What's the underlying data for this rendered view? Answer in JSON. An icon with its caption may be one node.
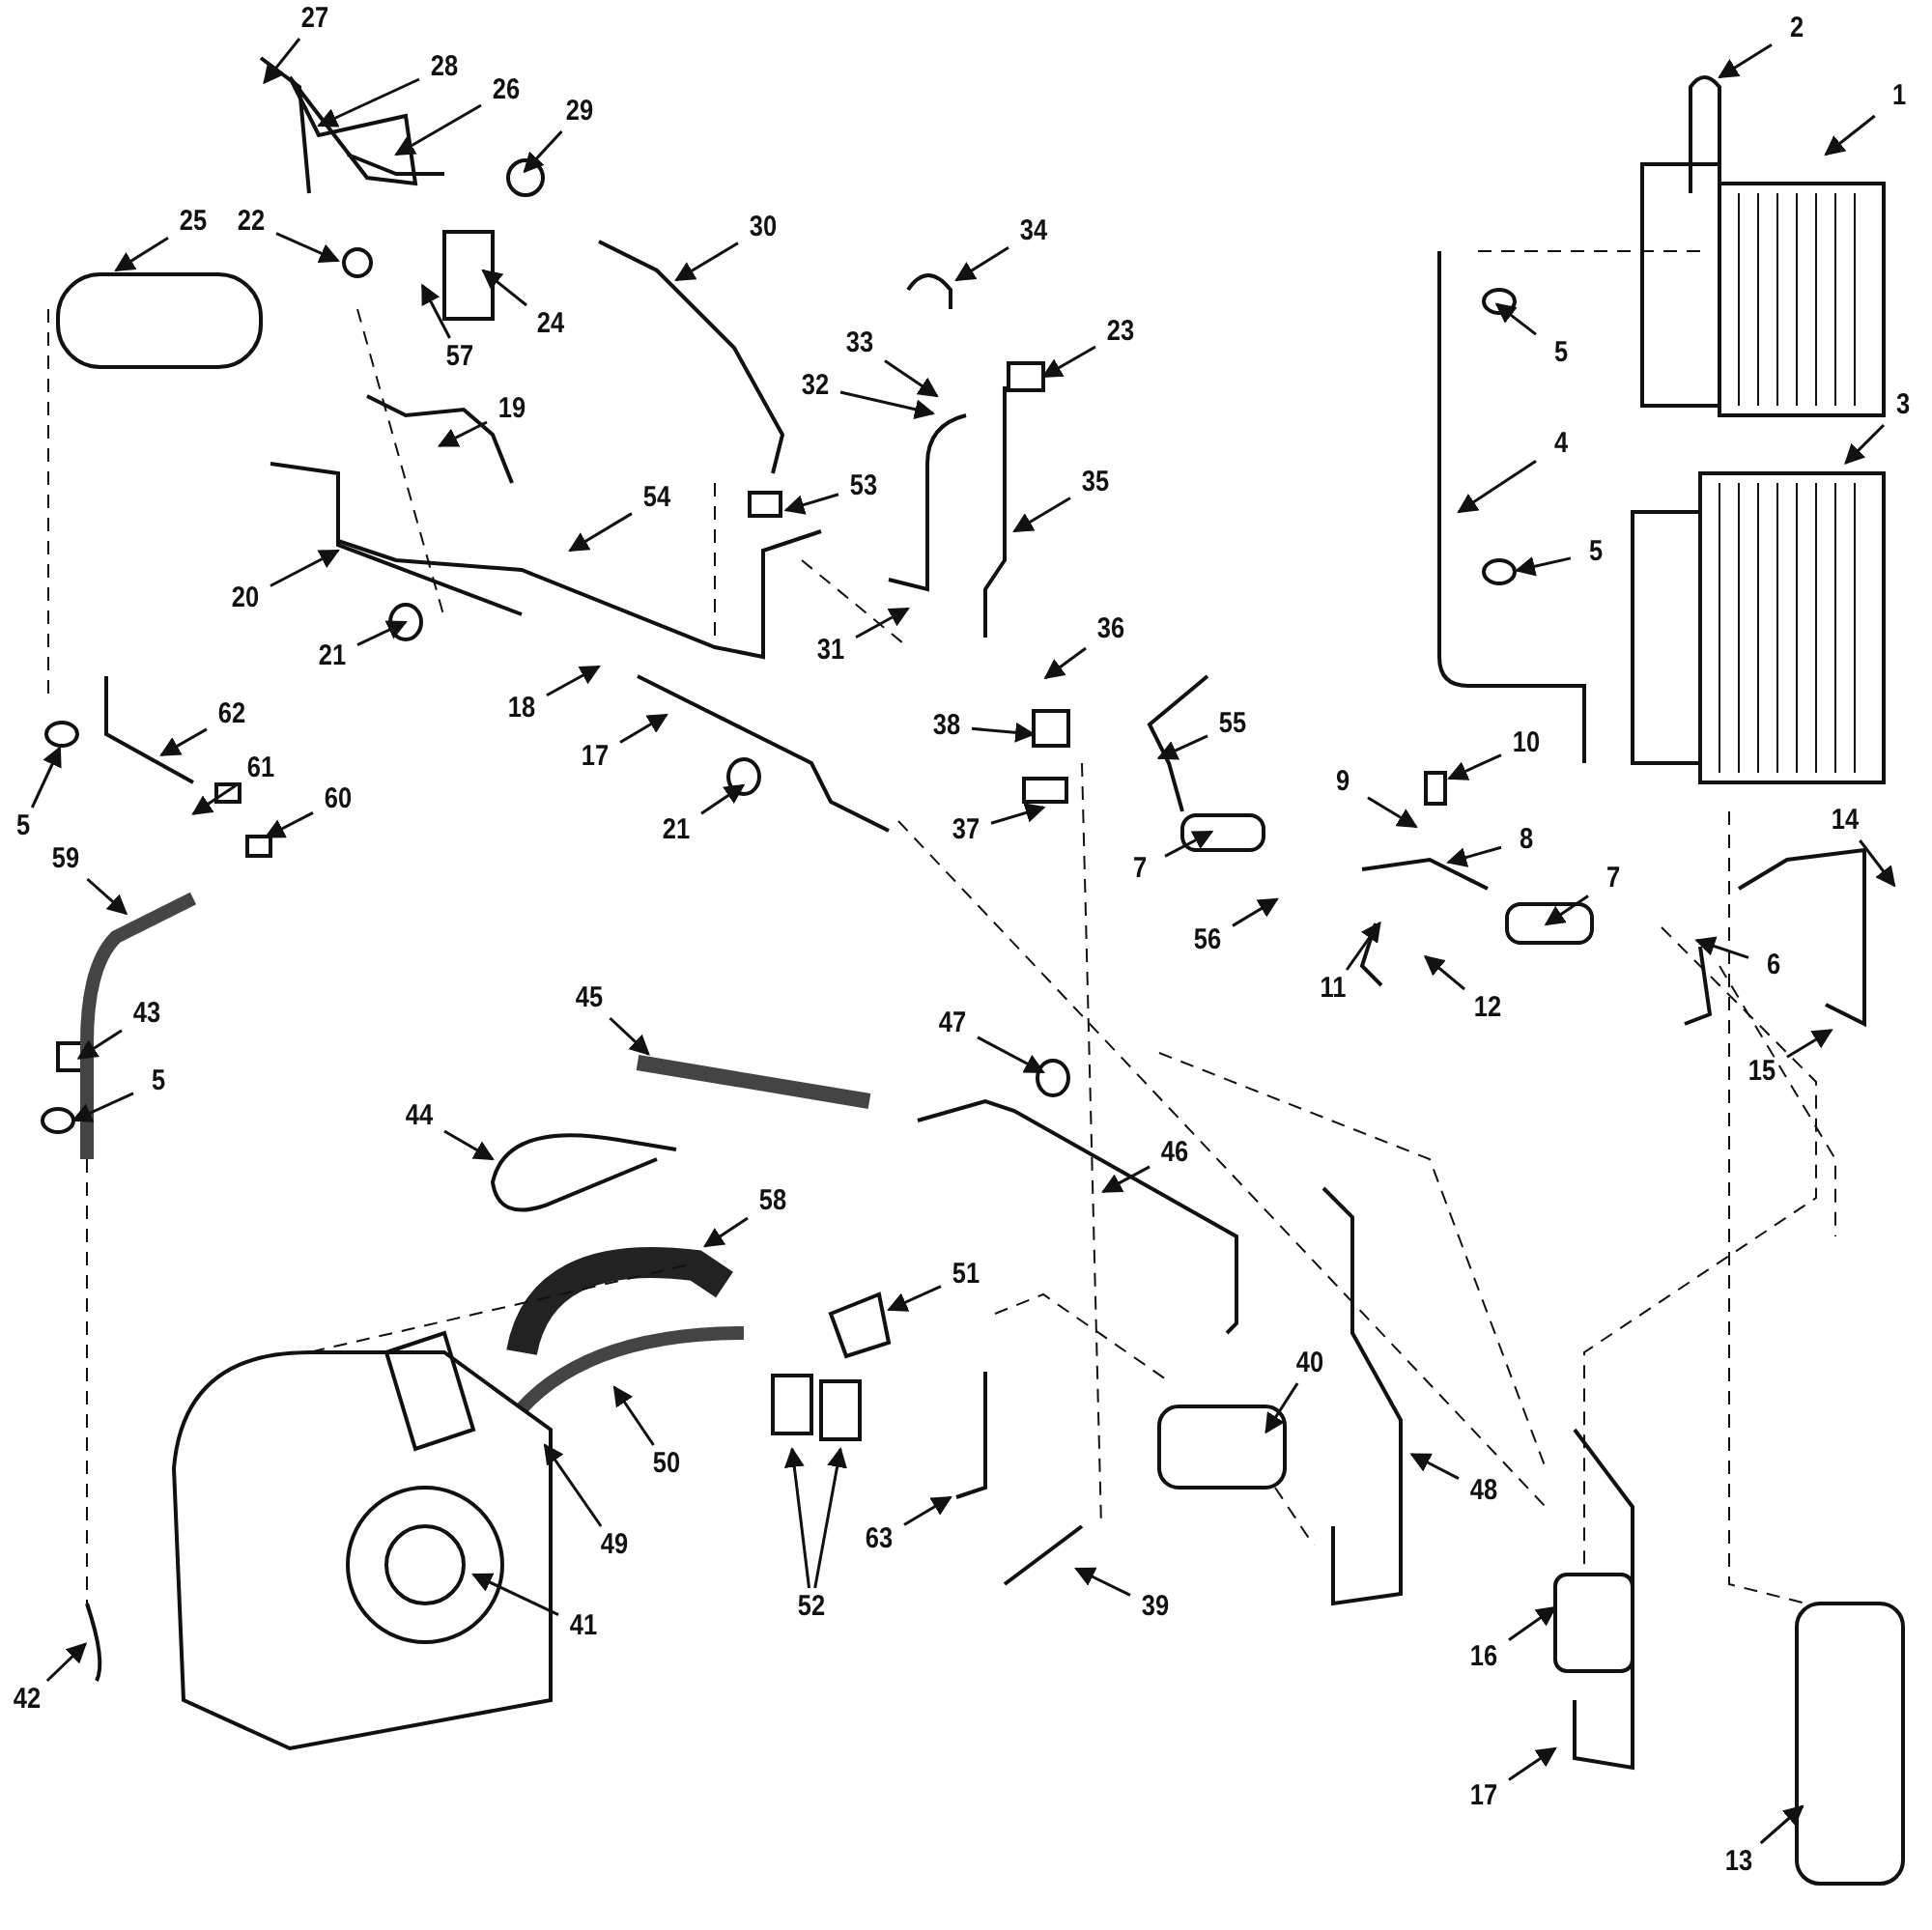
{
  "diagram": {
    "nodes": [
      {
        "text": [
          "27"
        ]
      },
      {
        "text": [
          "28"
        ]
      },
      {
        "text": [
          "26"
        ]
      },
      {
        "text": [
          "29"
        ]
      },
      {
        "text": [
          "2"
        ]
      },
      {
        "text": [
          "1"
        ]
      },
      {
        "text": [
          "25"
        ]
      },
      {
        "text": [
          "22"
        ]
      },
      {
        "text": [
          "34"
        ]
      },
      {
        "text": [
          "30"
        ]
      },
      {
        "text": [
          "24"
        ]
      },
      {
        "text": [
          "5"
        ]
      },
      {
        "text": [
          "23"
        ]
      },
      {
        "text": [
          "33"
        ]
      },
      {
        "text": [
          "57"
        ]
      },
      {
        "text": [
          "32"
        ]
      },
      {
        "text": [
          "3"
        ]
      },
      {
        "text": [
          "19"
        ]
      },
      {
        "text": [
          "4"
        ]
      },
      {
        "text": [
          "53"
        ]
      },
      {
        "text": [
          "35"
        ]
      },
      {
        "text": [
          "54"
        ]
      },
      {
        "text": [
          "5"
        ]
      },
      {
        "text": [
          "20"
        ]
      },
      {
        "text": [
          "31"
        ]
      },
      {
        "text": [
          "21"
        ]
      },
      {
        "text": [
          "36"
        ]
      },
      {
        "text": [
          "38"
        ]
      },
      {
        "text": [
          "18"
        ]
      },
      {
        "text": [
          "55"
        ]
      },
      {
        "text": [
          "62"
        ]
      },
      {
        "text": [
          "10"
        ]
      },
      {
        "text": [
          "17"
        ]
      },
      {
        "text": [
          "37"
        ]
      },
      {
        "text": [
          "61"
        ]
      },
      {
        "text": [
          "9"
        ]
      },
      {
        "text": [
          "5"
        ]
      },
      {
        "text": [
          "21"
        ]
      },
      {
        "text": [
          "60"
        ]
      },
      {
        "text": [
          "14"
        ]
      },
      {
        "text": [
          "8"
        ]
      },
      {
        "text": [
          "7"
        ]
      },
      {
        "text": [
          "59"
        ]
      },
      {
        "text": [
          "7"
        ]
      },
      {
        "text": [
          "56"
        ]
      },
      {
        "text": [
          "11"
        ]
      },
      {
        "text": [
          "12"
        ]
      },
      {
        "text": [
          "6"
        ]
      },
      {
        "text": [
          "45"
        ]
      },
      {
        "text": [
          "43"
        ]
      },
      {
        "text": [
          "47"
        ]
      },
      {
        "text": [
          "15"
        ]
      },
      {
        "text": [
          "5"
        ]
      },
      {
        "text": [
          "44"
        ]
      },
      {
        "text": [
          "46"
        ]
      },
      {
        "text": [
          "58"
        ]
      },
      {
        "text": [
          "51"
        ]
      },
      {
        "text": [
          "40"
        ]
      },
      {
        "text": [
          "50"
        ]
      },
      {
        "text": [
          "48"
        ]
      },
      {
        "text": [
          "49"
        ]
      },
      {
        "text": [
          "63"
        ]
      },
      {
        "text": [
          "52"
        ]
      },
      {
        "text": [
          "41"
        ]
      },
      {
        "text": [
          "39"
        ]
      },
      {
        "text": [
          "16"
        ]
      },
      {
        "text": [
          "42"
        ]
      },
      {
        "text": [
          "17"
        ]
      },
      {
        "text": [
          "13"
        ]
      }
    ],
    "edges": [
      {
        "from": 0,
        "to": null,
        "arrow": "to"
      },
      {
        "from": 1,
        "to": null,
        "arrow": "to"
      },
      {
        "from": 2,
        "to": null,
        "arrow": "to"
      },
      {
        "from": 3,
        "to": null,
        "arrow": "to"
      },
      {
        "from": 4,
        "to": null,
        "arrow": "to"
      },
      {
        "from": 5,
        "to": null,
        "arrow": "to"
      },
      {
        "from": 6,
        "to": null,
        "arrow": "to"
      },
      {
        "from": 7,
        "to": null,
        "arrow": "to"
      },
      {
        "from": 8,
        "to": null,
        "arrow": "to"
      },
      {
        "from": 9,
        "to": null,
        "arrow": "to"
      },
      {
        "from": 10,
        "to": null,
        "arrow": "to"
      },
      {
        "from": 11,
        "to": null,
        "arrow": "to"
      },
      {
        "from": 12,
        "to": null,
        "arrow": "to"
      },
      {
        "from": 13,
        "to": null,
        "arrow": "to"
      },
      {
        "from": 14,
        "to": null,
        "arrow": "to"
      },
      {
        "from": 15,
        "to": null,
        "arrow": "to"
      },
      {
        "from": 16,
        "to": null,
        "arrow": "to"
      },
      {
        "from": 17,
        "to": null,
        "arrow": "to"
      },
      {
        "from": 18,
        "to": null,
        "arrow": "to"
      },
      {
        "from": 19,
        "to": null,
        "arrow": "to"
      },
      {
        "from": 20,
        "to": null,
        "arrow": "to"
      },
      {
        "from": 21,
        "to": null,
        "arrow": "to"
      },
      {
        "from": 22,
        "to": null,
        "arrow": "to"
      },
      {
        "from": 23,
        "to": null,
        "arrow": "to"
      },
      {
        "from": 24,
        "to": null,
        "arrow": "to"
      },
      {
        "from": 25,
        "to": null,
        "arrow": "to"
      },
      {
        "from": 26,
        "to": null,
        "arrow": "to"
      },
      {
        "from": 27,
        "to": null,
        "arrow": "to"
      },
      {
        "from": 28,
        "to": null,
        "arrow": "to"
      },
      {
        "from": 29,
        "to": null,
        "arrow": "to"
      },
      {
        "from": 30,
        "to": null,
        "arrow": "to"
      },
      {
        "from": 31,
        "to": null,
        "arrow": "to"
      },
      {
        "from": 32,
        "to": null,
        "arrow": "to"
      },
      {
        "from": 33,
        "to": null,
        "arrow": "to"
      },
      {
        "from": 34,
        "to": null,
        "arrow": "to"
      },
      {
        "from": 35,
        "to": null,
        "arrow": "to"
      },
      {
        "from": 36,
        "to": null,
        "arrow": "to"
      },
      {
        "from": 37,
        "to": null,
        "arrow": "to"
      },
      {
        "from": 38,
        "to": null,
        "arrow": "to"
      },
      {
        "from": 39,
        "to": null,
        "arrow": "to"
      },
      {
        "from": 40,
        "to": null,
        "arrow": "to"
      },
      {
        "from": 41,
        "to": null,
        "arrow": "to"
      },
      {
        "from": 42,
        "to": null,
        "arrow": "to"
      },
      {
        "from": 43,
        "to": null,
        "arrow": "to"
      },
      {
        "from": 44,
        "to": null,
        "arrow": "to"
      },
      {
        "from": 45,
        "to": null,
        "arrow": "to"
      },
      {
        "from": 46,
        "to": null,
        "arrow": "to"
      },
      {
        "from": 47,
        "to": null,
        "arrow": "to"
      },
      {
        "from": 48,
        "to": null,
        "arrow": "to"
      },
      {
        "from": 49,
        "to": null,
        "arrow": "to"
      },
      {
        "from": 50,
        "to": null,
        "arrow": "to"
      },
      {
        "from": 51,
        "to": null,
        "arrow": "to"
      },
      {
        "from": 52,
        "to": null,
        "arrow": "to"
      },
      {
        "from": 53,
        "to": null,
        "arrow": "to"
      },
      {
        "from": 54,
        "to": null,
        "arrow": "to"
      },
      {
        "from": 55,
        "to": null,
        "arrow": "to"
      },
      {
        "from": 56,
        "to": null,
        "arrow": "to"
      },
      {
        "from": 57,
        "to": null,
        "arrow": "to"
      },
      {
        "from": 58,
        "to": null,
        "arrow": "to"
      },
      {
        "from": 59,
        "to": null,
        "arrow": "to"
      },
      {
        "from": 60,
        "to": null,
        "arrow": "to"
      },
      {
        "from": 61,
        "to": null,
        "arrow": "to"
      },
      {
        "from": 62,
        "to": null,
        "arrow": "to"
      },
      {
        "from": 62,
        "to": null,
        "arrow": "to"
      },
      {
        "from": 63,
        "to": null,
        "arrow": "to"
      },
      {
        "from": 64,
        "to": null,
        "arrow": "to"
      },
      {
        "from": 65,
        "to": null,
        "arrow": "to"
      },
      {
        "from": 66,
        "to": null,
        "arrow": "to"
      },
      {
        "from": 67,
        "to": null,
        "arrow": "to"
      },
      {
        "from": 68,
        "to": null,
        "arrow": "to"
      }
    ]
  }
}
